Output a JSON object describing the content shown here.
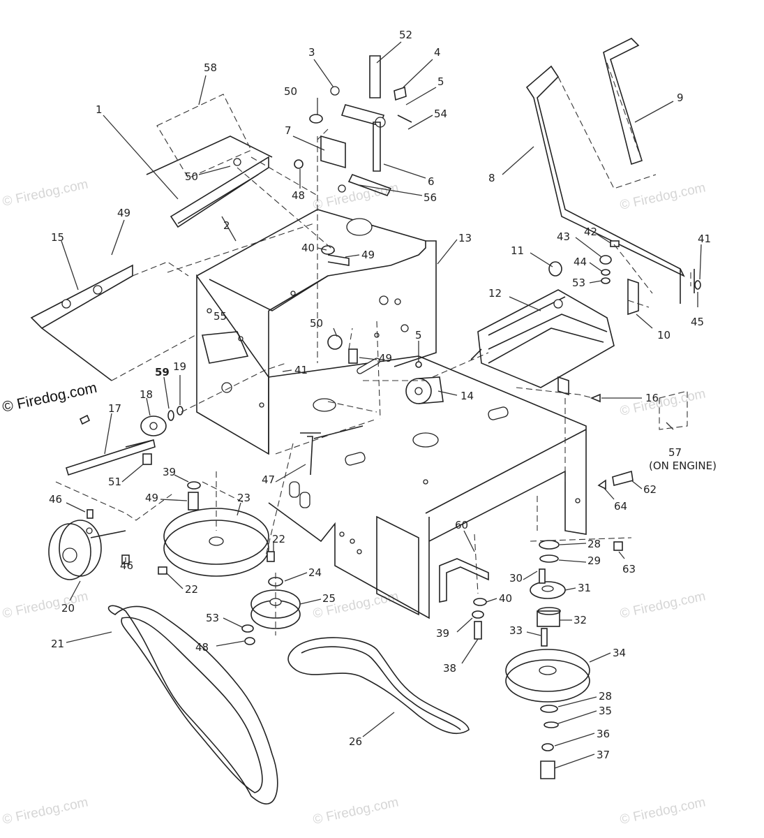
{
  "watermark": {
    "text": "© Firedog.com",
    "main_text": "© Firedog.com"
  },
  "callouts": [
    {
      "id": "c58",
      "text": "58"
    },
    {
      "id": "c1",
      "text": "1"
    },
    {
      "id": "c50a",
      "text": "50"
    },
    {
      "id": "c2",
      "text": "2"
    },
    {
      "id": "c3",
      "text": "3"
    },
    {
      "id": "c52",
      "text": "52"
    },
    {
      "id": "c4",
      "text": "4"
    },
    {
      "id": "c5a",
      "text": "5"
    },
    {
      "id": "c50b",
      "text": "50"
    },
    {
      "id": "c54",
      "text": "54"
    },
    {
      "id": "c7",
      "text": "7"
    },
    {
      "id": "c6",
      "text": "6"
    },
    {
      "id": "c48a",
      "text": "48"
    },
    {
      "id": "c56",
      "text": "56"
    },
    {
      "id": "c9",
      "text": "9"
    },
    {
      "id": "c8",
      "text": "8"
    },
    {
      "id": "c49a",
      "text": "49"
    },
    {
      "id": "c15",
      "text": "15"
    },
    {
      "id": "c40a",
      "text": "40"
    },
    {
      "id": "c49b",
      "text": "49"
    },
    {
      "id": "c13",
      "text": "13"
    },
    {
      "id": "c43",
      "text": "43"
    },
    {
      "id": "c42",
      "text": "42"
    },
    {
      "id": "c41a",
      "text": "41"
    },
    {
      "id": "c11",
      "text": "11"
    },
    {
      "id": "c44",
      "text": "44"
    },
    {
      "id": "c53a",
      "text": "53"
    },
    {
      "id": "c12",
      "text": "12"
    },
    {
      "id": "c45",
      "text": "45"
    },
    {
      "id": "c10",
      "text": "10"
    },
    {
      "id": "c55",
      "text": "55"
    },
    {
      "id": "c50c",
      "text": "50"
    },
    {
      "id": "c5b",
      "text": "5"
    },
    {
      "id": "c49c",
      "text": "49"
    },
    {
      "id": "c59",
      "text": "59"
    },
    {
      "id": "c19",
      "text": "19"
    },
    {
      "id": "c41b",
      "text": "41"
    },
    {
      "id": "c14",
      "text": "14"
    },
    {
      "id": "c16",
      "text": "16"
    },
    {
      "id": "c18",
      "text": "18"
    },
    {
      "id": "c17",
      "text": "17"
    },
    {
      "id": "c57",
      "text": "57"
    },
    {
      "id": "c57b",
      "text": "(ON ENGINE)"
    },
    {
      "id": "c51",
      "text": "51"
    },
    {
      "id": "c47",
      "text": "47"
    },
    {
      "id": "c39a",
      "text": "39"
    },
    {
      "id": "c62",
      "text": "62"
    },
    {
      "id": "c64",
      "text": "64"
    },
    {
      "id": "c46a",
      "text": "46"
    },
    {
      "id": "c49d",
      "text": "49"
    },
    {
      "id": "c23",
      "text": "23"
    },
    {
      "id": "c46b",
      "text": "46"
    },
    {
      "id": "c22a",
      "text": "22"
    },
    {
      "id": "c28a",
      "text": "28"
    },
    {
      "id": "c63",
      "text": "63"
    },
    {
      "id": "c29",
      "text": "29"
    },
    {
      "id": "c60",
      "text": "60"
    },
    {
      "id": "c24",
      "text": "24"
    },
    {
      "id": "c30",
      "text": "30"
    },
    {
      "id": "c22b",
      "text": "22"
    },
    {
      "id": "c31",
      "text": "31"
    },
    {
      "id": "c20",
      "text": "20"
    },
    {
      "id": "c25",
      "text": "25"
    },
    {
      "id": "c40b",
      "text": "40"
    },
    {
      "id": "c53b",
      "text": "53"
    },
    {
      "id": "c32",
      "text": "32"
    },
    {
      "id": "c39b",
      "text": "39"
    },
    {
      "id": "c33",
      "text": "33"
    },
    {
      "id": "c21",
      "text": "21"
    },
    {
      "id": "c48b",
      "text": "48"
    },
    {
      "id": "c34",
      "text": "34"
    },
    {
      "id": "c38",
      "text": "38"
    },
    {
      "id": "c28b",
      "text": "28"
    },
    {
      "id": "c35",
      "text": "35"
    },
    {
      "id": "c26",
      "text": "26"
    },
    {
      "id": "c36",
      "text": "36"
    },
    {
      "id": "c37",
      "text": "37"
    }
  ]
}
